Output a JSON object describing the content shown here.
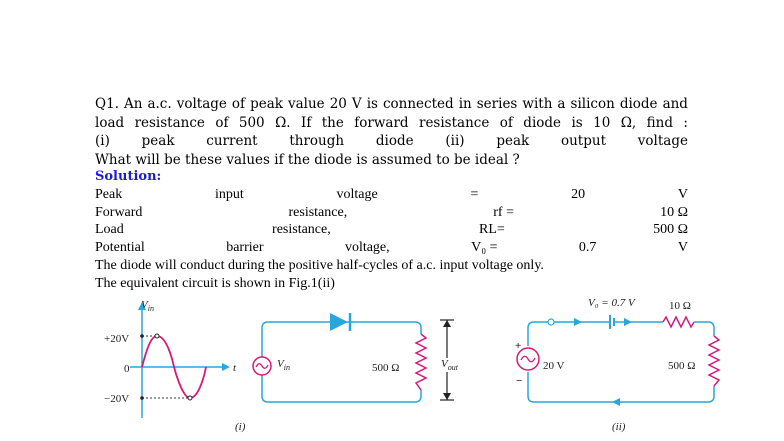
{
  "question": {
    "line1_words": [
      "Q1.",
      "An",
      "a.c.",
      "voltage",
      "of",
      "peak",
      "value",
      "20",
      "V",
      "is",
      "connected",
      "in",
      "series",
      "with",
      "a",
      "silicon",
      "diode",
      "and"
    ],
    "line2_words": [
      "load",
      "resistance",
      "of",
      "500",
      "Ω.",
      "If",
      "the",
      "forward",
      "resistance",
      "of",
      "diode",
      "is",
      "10",
      "Ω,",
      "find",
      ":"
    ],
    "line3_words": [
      "(i)",
      "peak",
      "current",
      "through",
      "diode",
      "(ii)",
      "peak",
      "output",
      "voltage"
    ],
    "line4": "What will be these values if the diode is assumed to be ideal ?"
  },
  "solution": {
    "heading": "Solution:",
    "rows": [
      {
        "cells": [
          "Peak",
          "input",
          "voltage",
          "=",
          "20",
          "V"
        ]
      },
      {
        "cells": [
          "Forward",
          "resistance,",
          "rf =",
          "10 Ω"
        ]
      },
      {
        "cells": [
          "Load",
          "resistance,",
          "RL=",
          "500 Ω"
        ]
      },
      {
        "cells": [
          "Potential",
          "barrier",
          "voltage,",
          "V₀ =",
          "0.7",
          "V"
        ]
      }
    ],
    "para1": "The diode will conduct during the positive half-cycles of a.c. input voltage only.",
    "para2": "The equivalent circuit is shown in Fig.1(ii)"
  },
  "figure_i": {
    "graph": {
      "y_axis_label": "V",
      "y_axis_sub": "in",
      "x_axis_label": "t",
      "ticks": [
        "+20V",
        "0",
        "−20V"
      ]
    },
    "circuit": {
      "source_label": "V",
      "source_sub": "in",
      "resistor_label": "500 Ω",
      "output_label": "V",
      "output_sub": "out"
    },
    "caption": "(i)"
  },
  "figure_ii": {
    "barrier_label": "V₀ = 0.7 V",
    "forward_resistor_label": "10 Ω",
    "load_resistor_label": "500 Ω",
    "source_label": "20 V",
    "plus": "+",
    "minus": "−",
    "caption": "(ii)"
  },
  "colors": {
    "heading": "#1c1cd6",
    "wire": "#29a6dc",
    "resistor": "#d6197a",
    "text": "#000000"
  }
}
